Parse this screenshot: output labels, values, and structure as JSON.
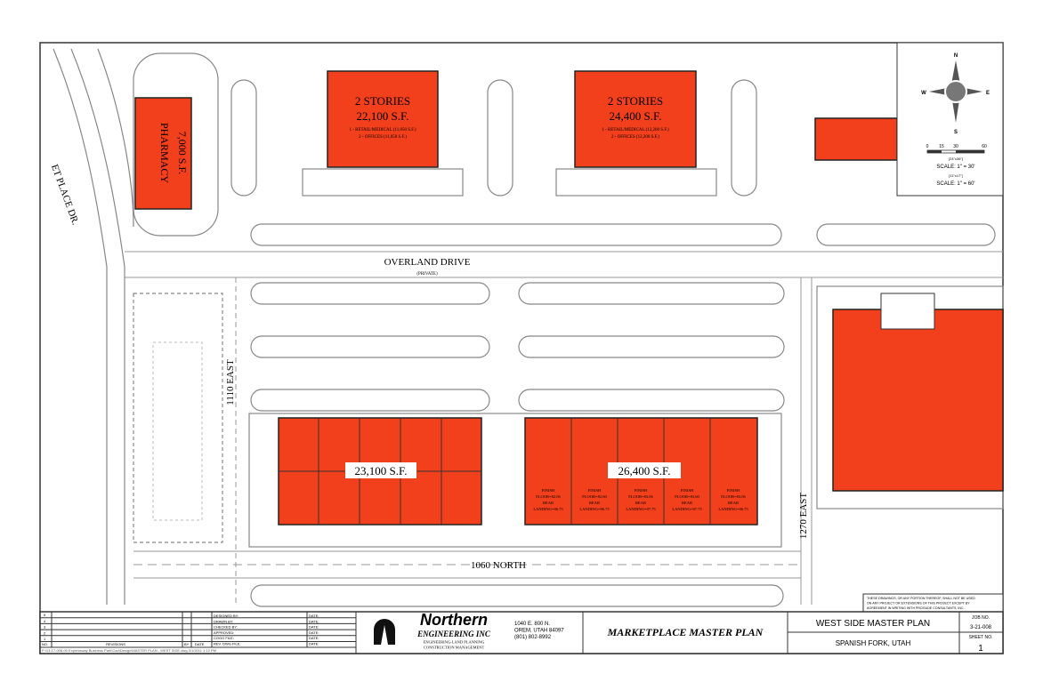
{
  "roads": {
    "overland_drive": "OVERLAND DRIVE",
    "overland_private": "(PRIVATE)",
    "east_1110": "1110 EAST",
    "east_1270": "1270 EAST",
    "north_1060": "1060 NORTH",
    "marketplace_dr": "ET PLACE DR."
  },
  "buildings": {
    "pharmacy": {
      "name": "PHARMACY",
      "area": "7,000 S.F."
    },
    "office_a": {
      "stories": "2 STORIES",
      "area": "22,100 S.F.",
      "line1": "1 - RETAIL/MEDICAL (11,050 S.F.)",
      "line2": "2 - OFFICES (11,050 S.F.)"
    },
    "office_b": {
      "stories": "2 STORIES",
      "area": "24,400 S.F.",
      "line1": "1 - RETAIL/MEDICAL (12,200 S.F.)",
      "line2": "2 - OFFICES (12,200 S.F.)"
    },
    "retail_a": {
      "area": "23,100 S.F."
    },
    "retail_b": {
      "area": "26,400 S.F.",
      "units": [
        {
          "l1": "FINISH",
          "l2": "FLOOR=82.06",
          "l3": "REAR",
          "l4": "LANDING=86.75"
        },
        {
          "l1": "FINISH",
          "l2": "FLOOR=82.60",
          "l3": "REAR",
          "l4": "LANDING=86.75"
        },
        {
          "l1": "FINISH",
          "l2": "FLOOR=83.06",
          "l3": "REAR",
          "l4": "LANDING=87.75"
        },
        {
          "l1": "FINISH",
          "l2": "FLOOR=83.60",
          "l3": "REAR",
          "l4": "LANDING=87.75"
        },
        {
          "l1": "FINISH",
          "l2": "FLOOR=83.06",
          "l3": "REAR",
          "l4": "LANDING=86.75"
        }
      ]
    }
  },
  "north_arrow": {
    "n": "N",
    "s": "S",
    "e": "E",
    "w": "W"
  },
  "scale": {
    "ticks": [
      "0",
      "15",
      "30",
      "60"
    ],
    "sheet_large": "[24\"x36\"]",
    "scale_large": "SCALE: 1\" = 30'",
    "sheet_small": "[11\"x17\"]",
    "scale_small": "SCALE: 1\" = 60'"
  },
  "disclaimer": {
    "l1": "THESE DRAWINGS, OR ANY PORTION THEREOF, SHALL NOT BE USED",
    "l2": "ON ANY PROJECT OR EXTENSIONS OF THIS PROJECT EXCEPT BY",
    "l3": "AGREEMENT IN WRITING WITH PROGUDE CONSULTANTS, INC."
  },
  "title_block": {
    "revisions": {
      "no": "NO.",
      "label": "REVISIONS",
      "by": "BY",
      "date": "DATE",
      "rows": [
        "5",
        "4",
        "3",
        "2",
        "1"
      ]
    },
    "signoffs": [
      "DESIGNED BY:",
      "DRAWN BY:",
      "CHECKED BY:",
      "APPROVED:",
      "COGO FILE:",
      "REV. DWG FILE:"
    ],
    "date_label": "DATE:",
    "file_path": "P:\\13-17-008-00 Expressway Business Park\\Cad\\Design\\MASTER PLAN - WEST SIDE.dwg 3/1/2011 1:12 PM",
    "company": {
      "name": "Northern",
      "name2": "ENGINEERING INC",
      "tag1": "ENGINEERING-LAND PLANNING",
      "tag2": "CONSTRUCTION MANAGEMENT",
      "addr1": "1040 E. 800 N.",
      "addr2": "OREM, UTAH  84097",
      "phone": "(801) 802-8992"
    },
    "plan_title": "MARKETPLACE MASTER PLAN",
    "project": "WEST SIDE MASTER PLAN",
    "location": "SPANISH FORK, UTAH",
    "job_label": "JOB NO.",
    "job_no": "3-21-008",
    "sheet_label": "SHEET NO.",
    "sheet_no": "1"
  },
  "colors": {
    "building": "#f2401c",
    "lines": "#999999"
  }
}
